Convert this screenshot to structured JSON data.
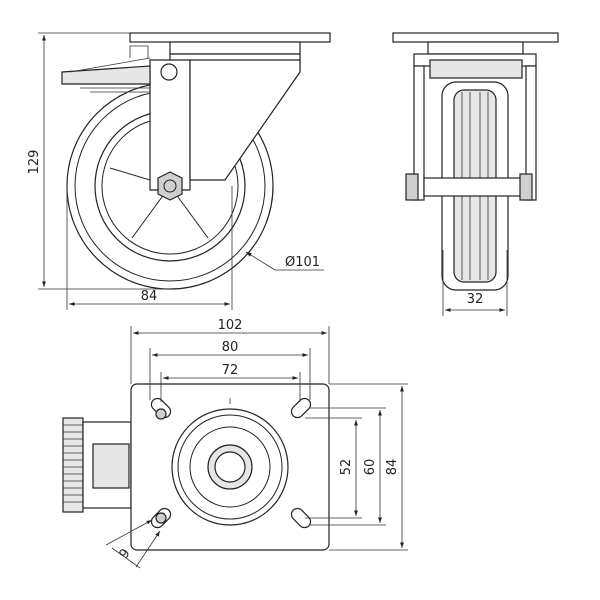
{
  "dimensions": {
    "height_total": "129",
    "width_side": "84",
    "wheel_diameter": "Ø101",
    "wheel_width": "32",
    "plate_width": "102",
    "hole_span_outer": "80",
    "hole_span_inner": "72",
    "plate_height": "84",
    "hole_span_v_outer": "60",
    "hole_span_v_inner": "52",
    "hole_diameter": "9"
  },
  "colors": {
    "line": "#222222",
    "fill_light": "#e6e6e6",
    "fill_dark": "#cfcfcf"
  }
}
